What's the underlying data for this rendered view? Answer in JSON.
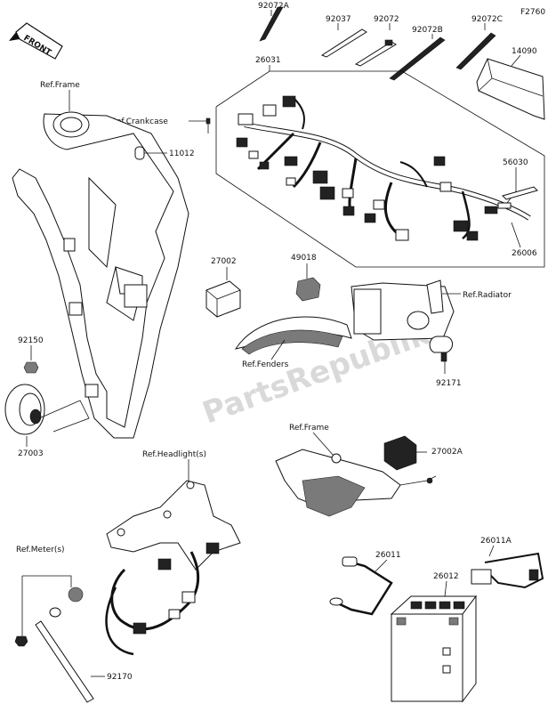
{
  "figure_code": "F2760",
  "front_label": "FRONT",
  "watermark": "PartsRepublik",
  "callouts": {
    "p92072A": "92072A",
    "p92037": "92037",
    "p92072": "92072",
    "p92072B": "92072B",
    "p92072C": "92072C",
    "p14090": "14090",
    "p26031": "26031",
    "p56030": "56030",
    "p26006": "26006",
    "p11012": "11012",
    "p27002": "27002",
    "p49018": "49018",
    "p92150": "92150",
    "p27003": "27003",
    "p92171": "92171",
    "p27002A": "27002A",
    "p26011": "26011",
    "p26011A": "26011A",
    "p26012": "26012",
    "p92170": "92170"
  },
  "references": {
    "frame_top": "Ref.Frame",
    "crankcase": "Ref.Crankcase",
    "radiator": "Ref.Radiator",
    "fenders": "Ref.Fenders",
    "frame_mid": "Ref.Frame",
    "headlight": "Ref.Headlight(s)",
    "meter": "Ref.Meter(s)"
  }
}
